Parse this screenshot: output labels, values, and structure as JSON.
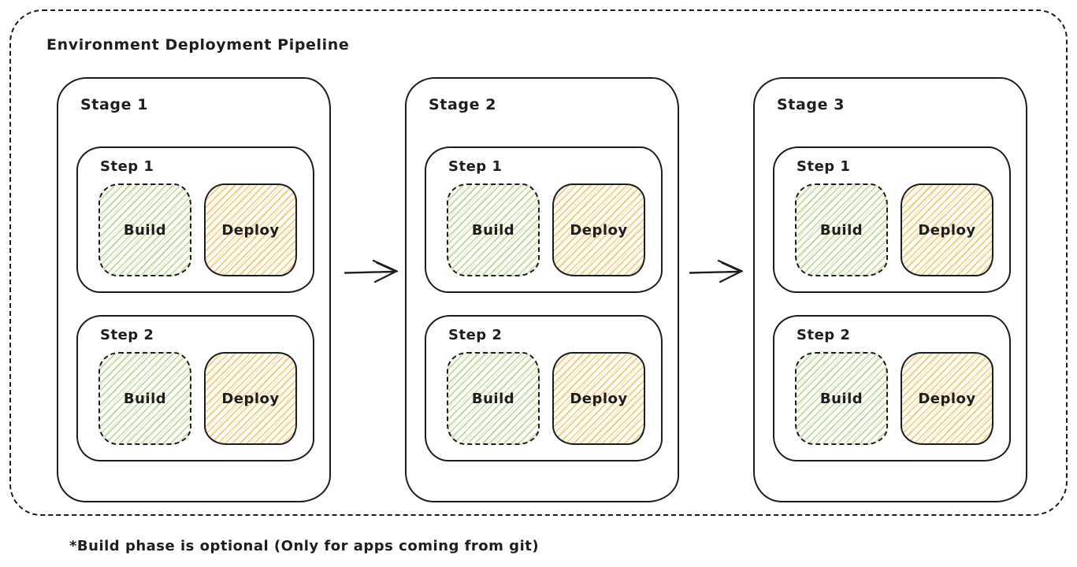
{
  "diagram": {
    "title": "Environment Deployment Pipeline",
    "footnote": "*Build phase is optional (Only for apps coming from git)"
  },
  "colors": {
    "stroke": "#1e1e1e",
    "build_hatch_green": "#8daf50",
    "deploy_hatch_orange": "#e2a438",
    "background": "#ffffff"
  },
  "stages": [
    {
      "label": "Stage 1",
      "steps": [
        {
          "label": "Step 1",
          "phases": [
            {
              "label": "Build"
            },
            {
              "label": "Deploy"
            }
          ]
        },
        {
          "label": "Step 2",
          "phases": [
            {
              "label": "Build"
            },
            {
              "label": "Deploy"
            }
          ]
        }
      ]
    },
    {
      "label": "Stage 2",
      "steps": [
        {
          "label": "Step 1",
          "phases": [
            {
              "label": "Build"
            },
            {
              "label": "Deploy"
            }
          ]
        },
        {
          "label": "Step 2",
          "phases": [
            {
              "label": "Build"
            },
            {
              "label": "Deploy"
            }
          ]
        }
      ]
    },
    {
      "label": "Stage 3",
      "steps": [
        {
          "label": "Step 1",
          "phases": [
            {
              "label": "Build"
            },
            {
              "label": "Deploy"
            }
          ]
        },
        {
          "label": "Step 2",
          "phases": [
            {
              "label": "Build"
            },
            {
              "label": "Deploy"
            }
          ]
        }
      ]
    }
  ],
  "arrows": [
    {
      "name": "stage1-to-stage2"
    },
    {
      "name": "stage2-to-stage3"
    }
  ]
}
